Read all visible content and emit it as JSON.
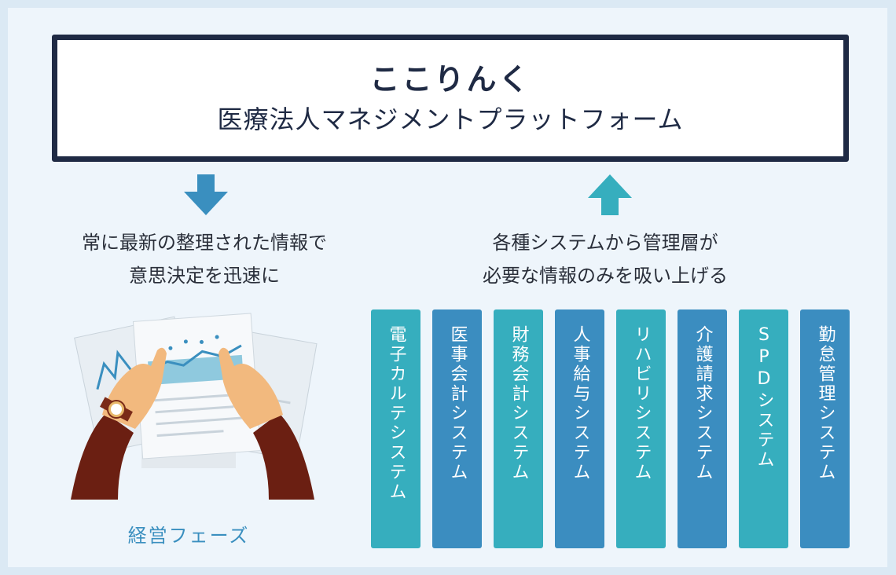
{
  "header": {
    "title": "ここりんく",
    "subtitle": "医療法人マネジメントプラットフォーム"
  },
  "left": {
    "line1": "常に最新の整理された情報で",
    "line2": "意思決定を迅速に",
    "phase": "経営フェーズ"
  },
  "right": {
    "line1": "各種システムから管理層が",
    "line2": "必要な情報のみを吸い上げる"
  },
  "systems": [
    {
      "label": "電子カルテシステム",
      "color": "#36aebe"
    },
    {
      "label": "医事会計システム",
      "color": "#3b8dc0"
    },
    {
      "label": "財務会計システム",
      "color": "#36aebe"
    },
    {
      "label": "人事給与システム",
      "color": "#3b8dc0"
    },
    {
      "label": "リハビリシステム",
      "color": "#36aebe"
    },
    {
      "label": "介護請求システム",
      "color": "#3b8dc0"
    },
    {
      "label": "SPDシステム",
      "color": "#36aebe"
    },
    {
      "label": "勤怠管理システム",
      "color": "#3b8dc0"
    }
  ],
  "colors": {
    "navy": "#1f2a44",
    "down_arrow": "#3a8fbf",
    "up_arrow": "#36aebe"
  }
}
